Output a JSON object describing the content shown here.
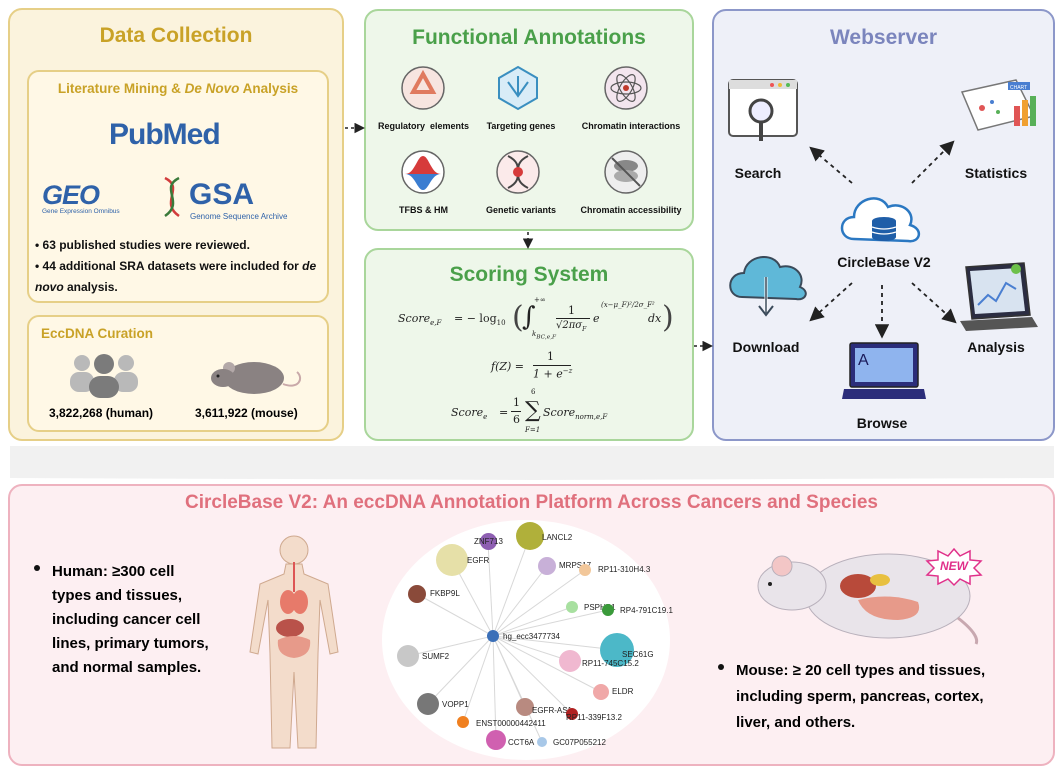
{
  "colors": {
    "data_panel_bg": "#fbf3dd",
    "data_panel_border": "#e6cf87",
    "data_title": "#c9a227",
    "func_panel_bg": "#eef7ea",
    "func_panel_border": "#a9d69b",
    "func_title": "#4aa04a",
    "web_panel_bg": "#eef0f8",
    "web_panel_border": "#8c97c9",
    "web_title": "#7b85bd",
    "bottom_bg": "#fdeff2",
    "bottom_border": "#eeb2bf",
    "bottom_title": "#e0707d"
  },
  "data_collection": {
    "title": "Data Collection",
    "literature": {
      "title_prefix": "Literature Mining & ",
      "title_italic": "De Novo",
      "title_suffix": " Analysis",
      "pubmed_logo": "PubMed",
      "geo_logo": "GEO",
      "geo_caption": "Gene Expression Omnibus",
      "gsa_logo": "GSA",
      "gsa_caption": "Genome Sequence Archive",
      "bullet1": "• 63 published studies were reviewed.",
      "bullet2_prefix": "• 44 additional SRA datasets were included for ",
      "bullet2_italic_a": "de",
      "bullet2_italic_b": "novo",
      "bullet2_suffix": " analysis."
    },
    "curation": {
      "title": "EccDNA Curation",
      "human_count": "3,822,268 (human)",
      "mouse_count": "3,611,922 (mouse)"
    }
  },
  "functional": {
    "title": "Functional Annotations",
    "items": [
      "Regulatory  elements",
      "Targeting genes",
      "Chromatin interactions",
      "TFBS & HM",
      "Genetic variants",
      "Chromatin accessibility"
    ]
  },
  "scoring": {
    "title": "Scoring System",
    "eq1_lhs": "Score",
    "eq1_sub": "e,F",
    "eq1_rhs": "= − log",
    "eq1_log_sub": "10",
    "eq1_int_lower": "k",
    "eq1_int_lower_sub": "BC,e,F",
    "eq1_int_upper": "+∞",
    "eq1_frac_num": "1",
    "eq1_frac_den": "√2πσ",
    "eq1_frac_den_sub": "F",
    "eq1_exp": "(x−μ_F)²/2σ_F²",
    "eq1_dx": "dx",
    "eq2_lhs": "f(Z) =",
    "eq2_num": "1",
    "eq2_den": "1 + e",
    "eq2_den_exp": "−z",
    "eq3_lhs": "Score",
    "eq3_sub": "e",
    "eq3_eq": "=",
    "eq3_frac_num": "1",
    "eq3_frac_den": "6",
    "eq3_sum_upper": "6",
    "eq3_sum_lower": "F=1",
    "eq3_term": "Score",
    "eq3_term_sub": "norm,e,F"
  },
  "webserver": {
    "title": "Webserver",
    "center": "CircleBase V2",
    "search": "Search",
    "statistics": "Statistics",
    "download": "Download",
    "analysis": "Analysis",
    "browse": "Browse",
    "chart_tag": "CHART",
    "browse_letter": "A"
  },
  "bottom": {
    "title": "CircleBase V2: An eccDNA Annotation Platform Across Cancers and Species",
    "human_lines": [
      "Human: ≥300 cell",
      "types and tissues,",
      "including cancer cell",
      "lines, primary tumors,",
      "and normal samples."
    ],
    "mouse_lines": [
      "Mouse: ≥ 20 cell types and tissues,",
      "including sperm, pancreas, cortex,",
      "liver, and others."
    ],
    "new_badge": "NEW",
    "network": {
      "hub": "hg_ecc3477734",
      "nodes": [
        "ZNF713",
        "LANCL2",
        "EGFR",
        "MRPS17",
        "RP11-310H4.3",
        "FKBP9L",
        "PSPHP1",
        "RP4-791C19.1",
        "SUMF2",
        "SEC61G",
        "RP11-745C15.2",
        "ELDR",
        "VOPP1",
        "EGFR-AS1",
        "RP11-339F13.2",
        "ENST00000442411",
        "CCT6A",
        "GC07P055212"
      ]
    }
  }
}
